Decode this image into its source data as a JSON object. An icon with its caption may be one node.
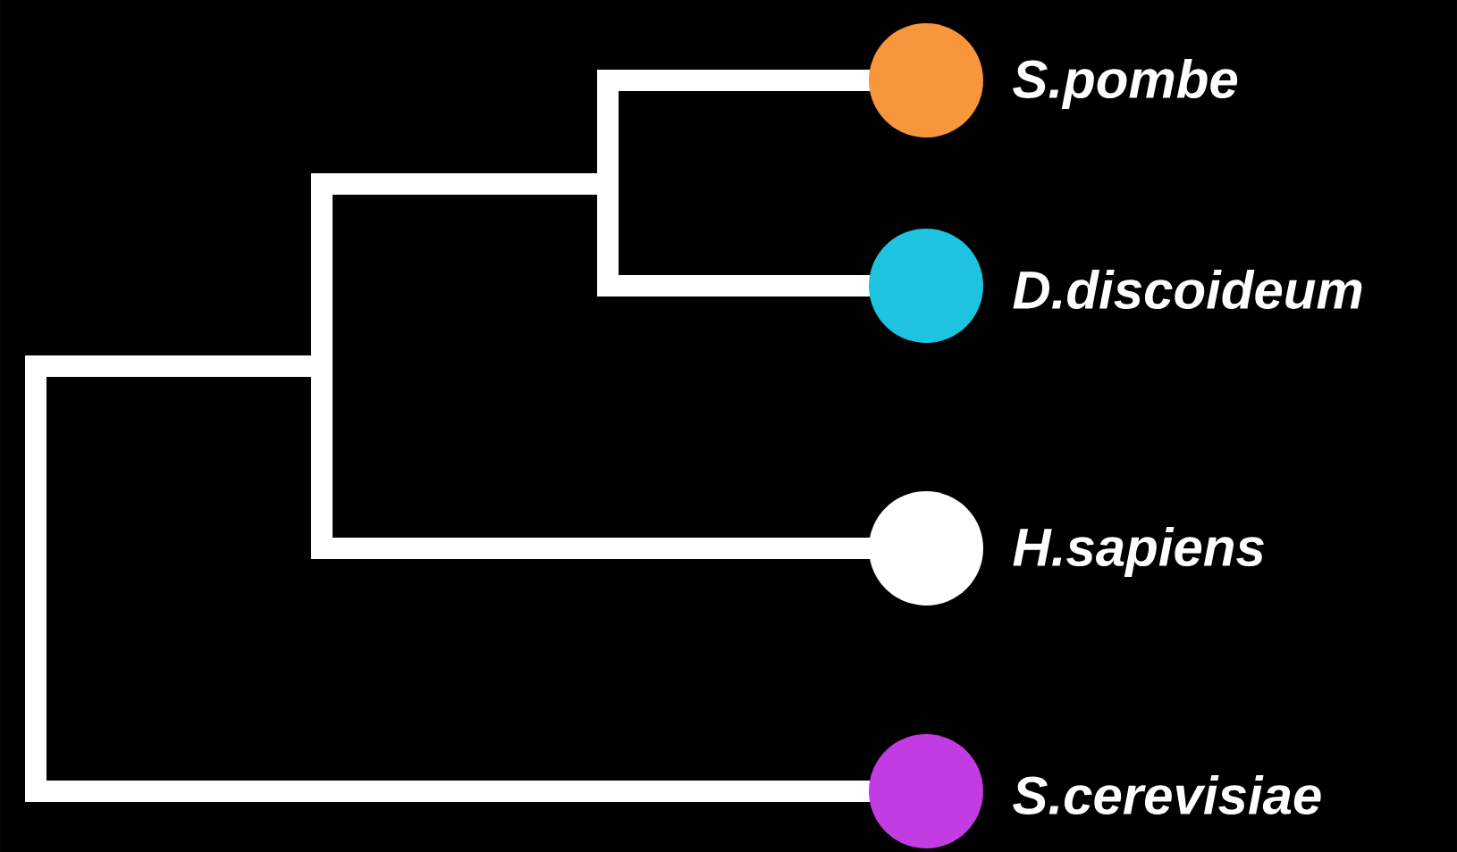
{
  "diagram": {
    "nodes": [
      {
        "text": [],
        "shape": "circle",
        "beside": [
          "S.pombe"
        ]
      },
      {
        "text": [],
        "shape": "circle",
        "beside": [
          "D.discoideum"
        ]
      },
      {
        "text": [],
        "shape": "circle",
        "beside": [
          "H.sapiens"
        ]
      },
      {
        "text": [],
        "shape": "circle",
        "beside": [
          "S.cerevisiae"
        ]
      }
    ]
  }
}
